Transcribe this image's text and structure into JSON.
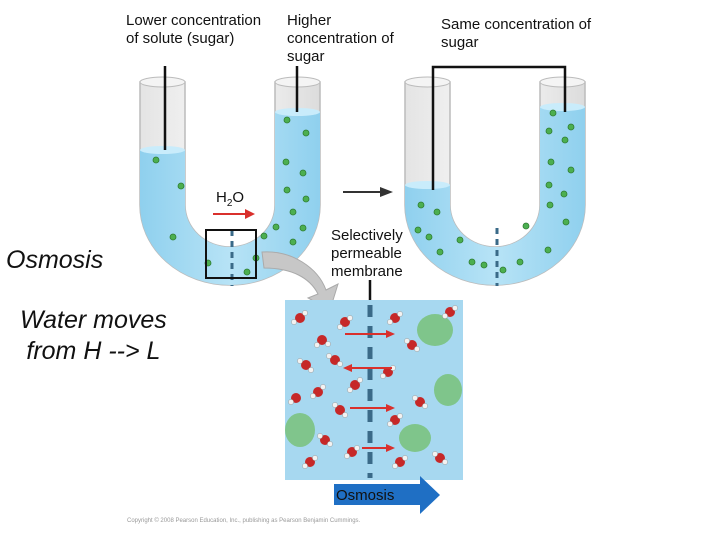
{
  "labels": {
    "lower": "Lower concentration of solute (sugar)",
    "higher": "Higher concentration of sugar",
    "same": "Same concentration of sugar",
    "h2o_main": "H",
    "h2o_sub": "2",
    "h2o_end": "O",
    "membrane": "Selectively permeable membrane",
    "osmosis_title": "Osmosis",
    "water_line1": "Water moves",
    "water_line2": "from H --> L",
    "osmosis_arrow": "Osmosis",
    "copyright": "Copyright © 2008 Pearson Education, Inc., publishing as Pearson Benjamin Cummings."
  },
  "colors": {
    "water": "#a7d8f0",
    "water_dark": "#7cc3e6",
    "sugar": "#4caf50",
    "arrow_red": "#d9302c",
    "membrane": "#3a6a88",
    "arrow_blue": "#1f6fc4"
  }
}
